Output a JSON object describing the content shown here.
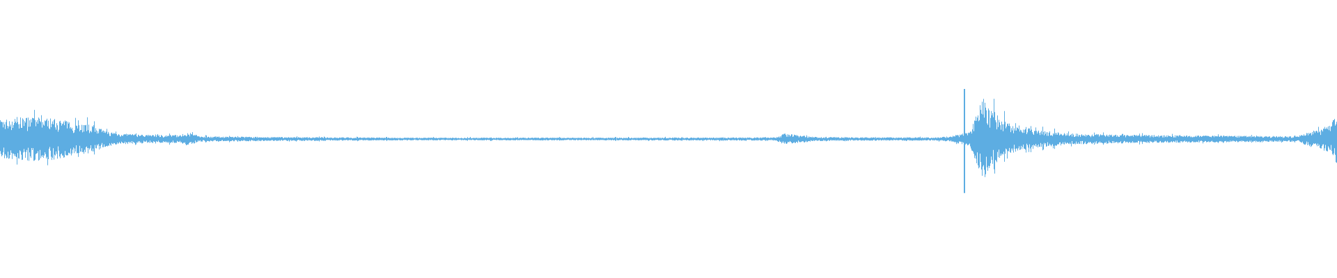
{
  "chart_data": {
    "type": "waveform",
    "color": "#5dade2",
    "title": "",
    "xlabel": "",
    "ylabel": "",
    "ylim": [
      -1,
      1
    ],
    "grid": false,
    "envelope": {
      "time_percent": [
        0,
        2,
        4,
        5.5,
        7,
        7.8,
        9,
        11,
        13.5,
        14,
        15,
        20,
        30,
        40,
        46,
        58,
        58.6,
        59.5,
        61,
        65,
        70,
        71,
        72.5,
        73.5,
        74,
        75,
        76,
        78,
        80,
        85,
        90,
        97,
        97.8,
        98.5,
        99.5,
        100
      ],
      "amplitude": [
        0.14,
        0.16,
        0.15,
        0.12,
        0.1,
        0.06,
        0.04,
        0.03,
        0.03,
        0.05,
        0.02,
        0.015,
        0.01,
        0.01,
        0.01,
        0.012,
        0.04,
        0.03,
        0.015,
        0.012,
        0.012,
        0.02,
        0.05,
        0.3,
        0.22,
        0.14,
        0.09,
        0.06,
        0.04,
        0.03,
        0.025,
        0.02,
        0.05,
        0.07,
        0.1,
        0.2
      ]
    },
    "peak": {
      "time_percent": 72.1,
      "amplitude": 0.36
    }
  }
}
